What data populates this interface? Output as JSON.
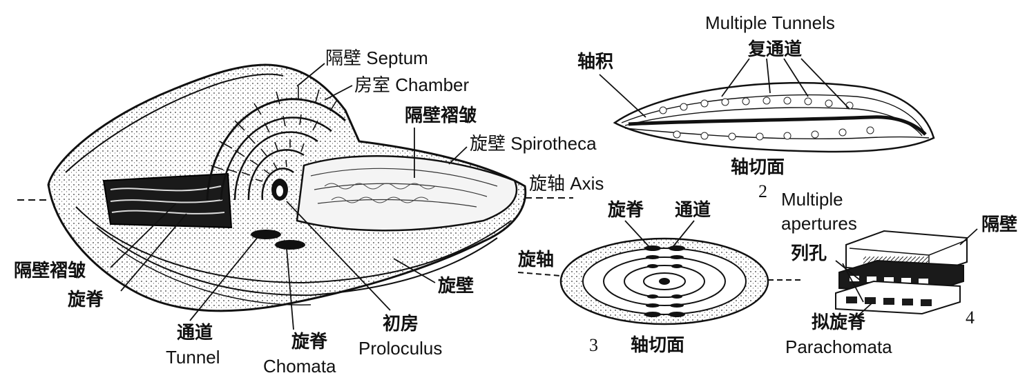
{
  "figure1": {
    "septum": "隔壁 Septum",
    "chamber": "房室 Chamber",
    "septal_fluting": "隔壁褶皱",
    "spirotheca": "旋壁 Spirotheca",
    "axis": "旋轴 Axis",
    "septal_fluting_lower": "隔壁褶皱",
    "chomata_left": "旋脊",
    "spirotheca_zh": "旋壁",
    "tunnel_zh": "通道",
    "tunnel_en": "Tunnel",
    "chomata_zh": "旋脊",
    "chomata_en": "Chomata",
    "proloculus_zh": "初房",
    "proloculus_en": "Proloculus"
  },
  "figure2": {
    "multiple_tunnels_en": "Multiple Tunnels",
    "multiple_tunnels_zh": "复通道",
    "axial_filling": "轴积",
    "section_label": "轴切面",
    "number": "2"
  },
  "figure3": {
    "chomata": "旋脊",
    "tunnel": "通道",
    "axis": "旋轴",
    "number": "3",
    "section_label": "轴切面"
  },
  "figure4": {
    "multiple_apertures_line1": "Multiple",
    "multiple_apertures_line2": "apertures",
    "septum": "隔壁",
    "foramina": "列孔",
    "parachomata_zh": "拟旋脊",
    "parachomata_en": "Parachomata",
    "number": "4"
  }
}
